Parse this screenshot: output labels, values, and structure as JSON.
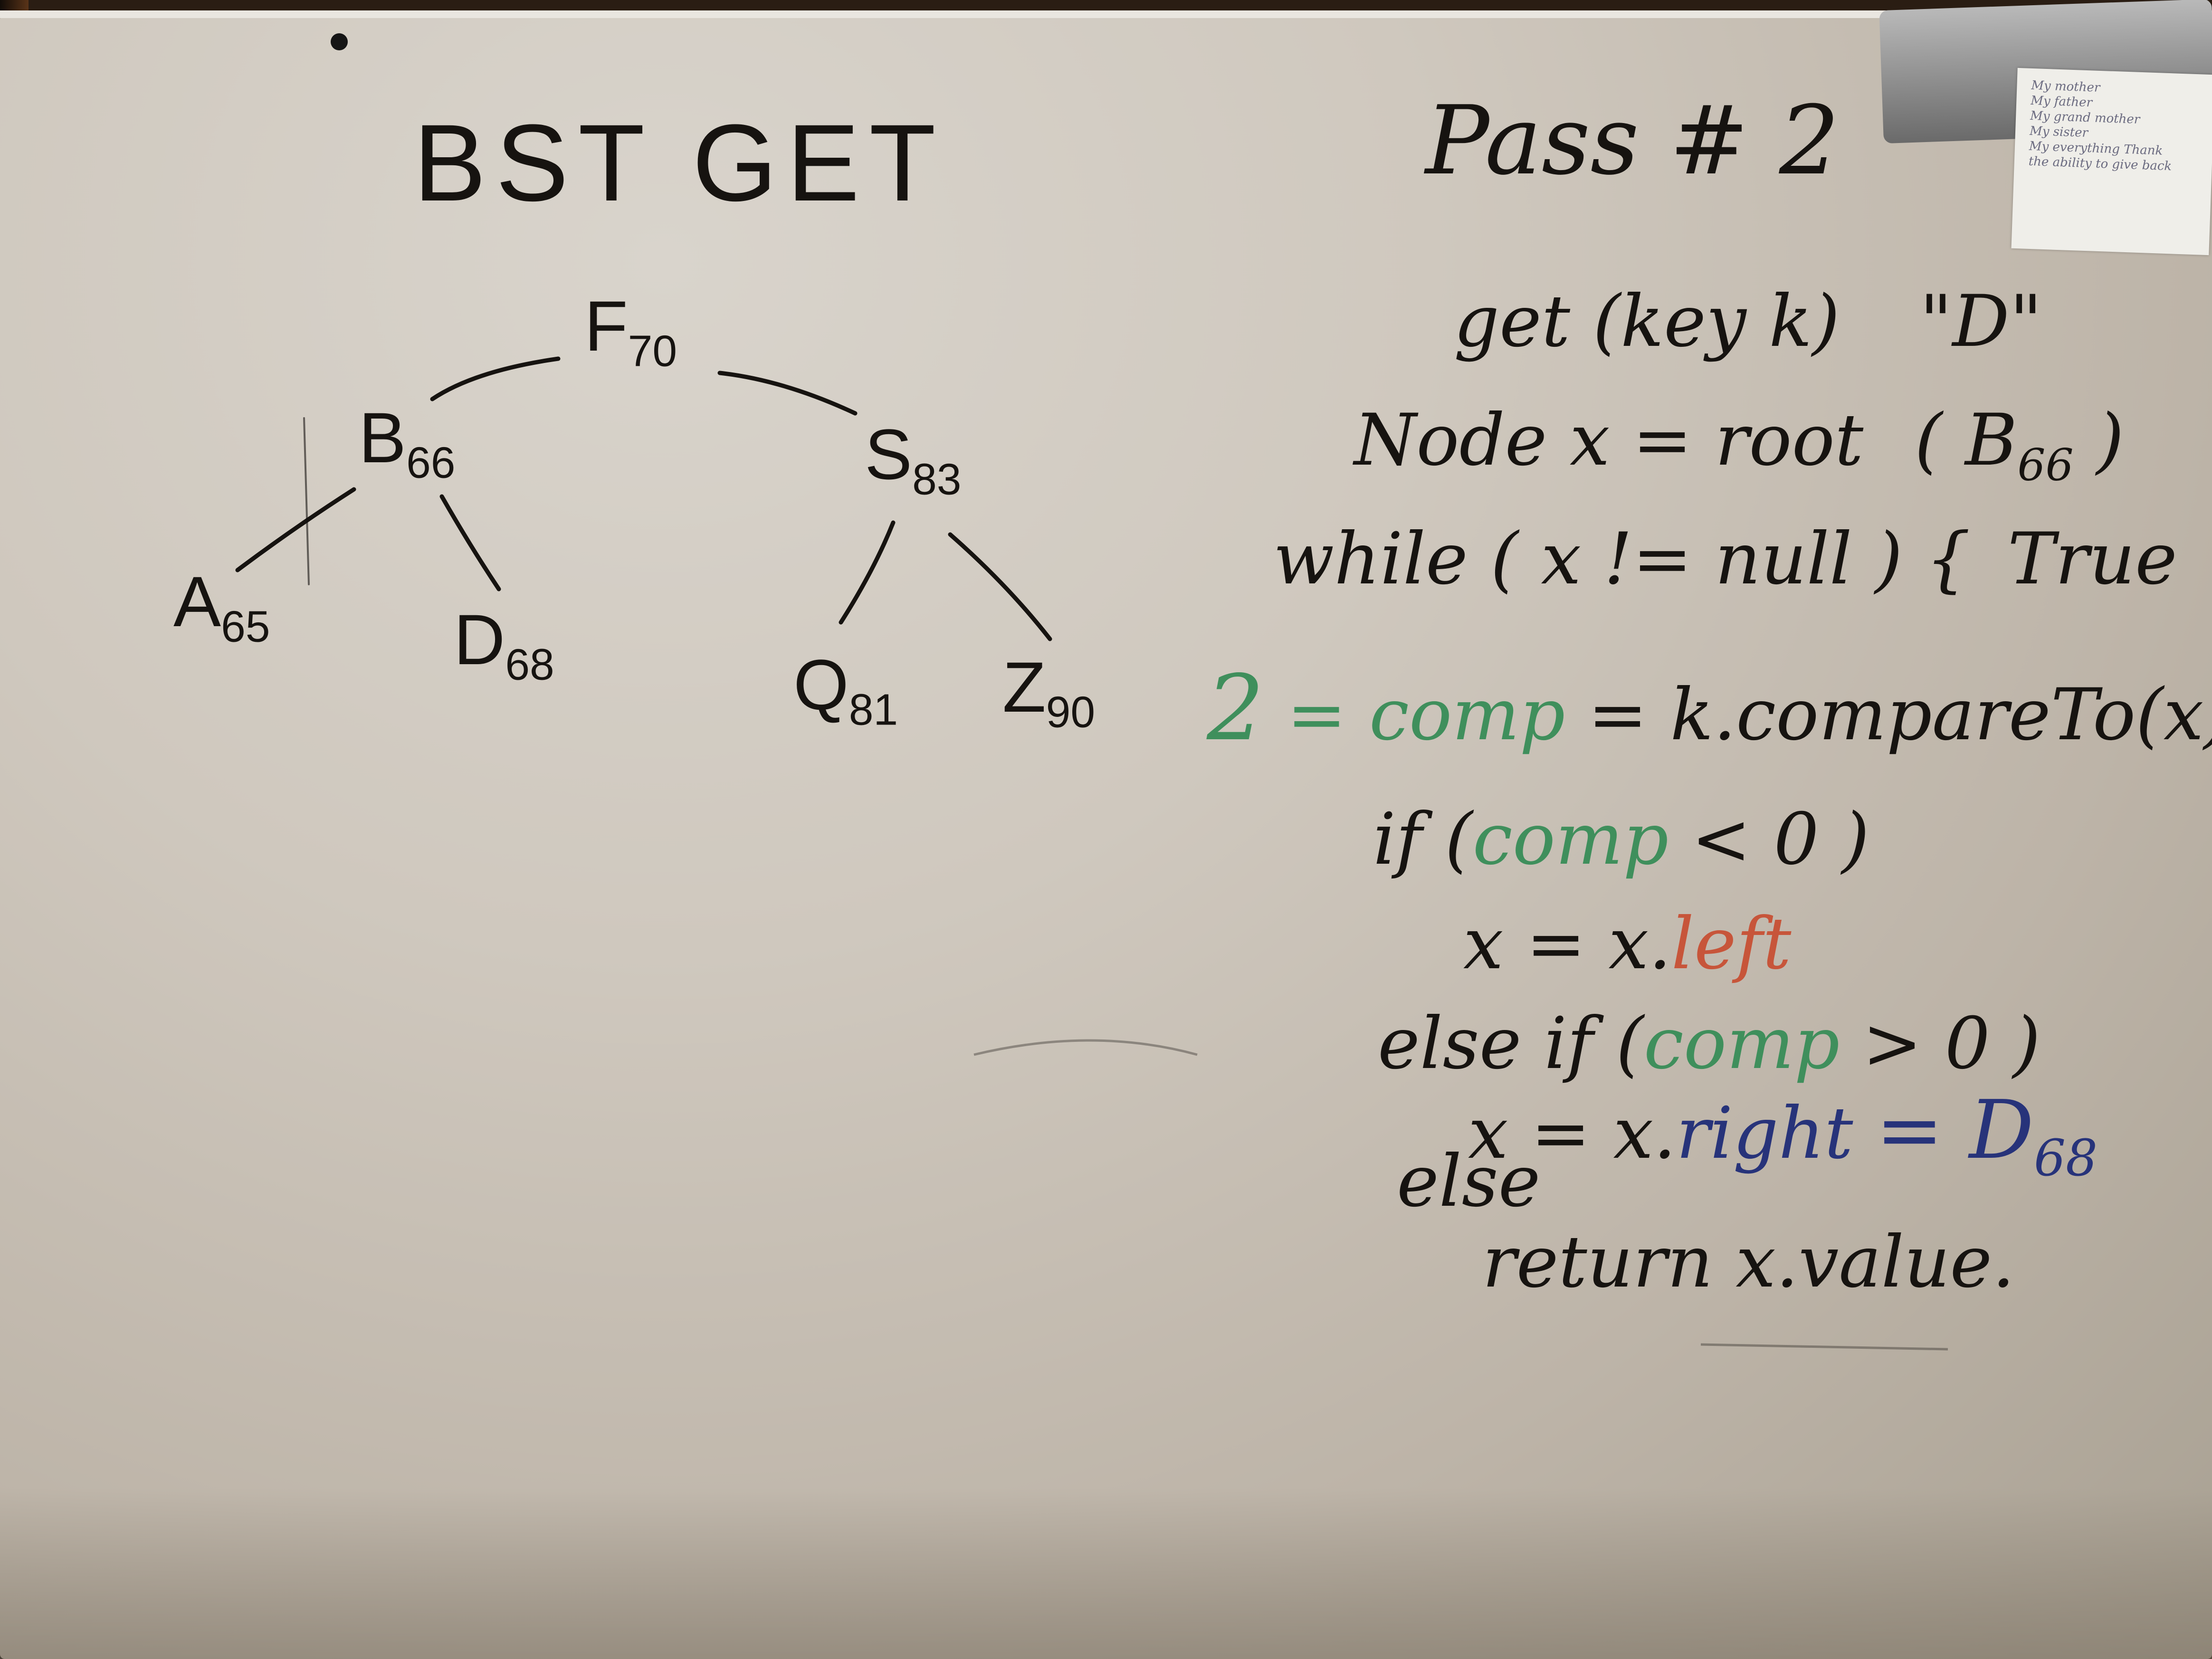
{
  "whiteboard": {
    "title": "BST GET",
    "pass_label": "Pass # 2",
    "tree": {
      "nodes": [
        {
          "key": "F",
          "value": "70"
        },
        {
          "key": "B",
          "value": "66"
        },
        {
          "key": "S",
          "value": "83"
        },
        {
          "key": "A",
          "value": "65"
        },
        {
          "key": "D",
          "value": "68"
        },
        {
          "key": "Q",
          "value": "81"
        },
        {
          "key": "Z",
          "value": "90"
        }
      ]
    },
    "code": {
      "signature": "get (key k)",
      "search_key": "\"D\"",
      "node_decl": "Node x = root",
      "node_decl_annot_key": "B",
      "node_decl_annot_value": "66",
      "while_line": "while ( x != null ) {",
      "while_annot": "True",
      "comp_result": "2",
      "comp_assign_eq": "=",
      "comp_var": "comp",
      "comp_rhs": "= k.compareTo(x)",
      "if_open": "if (",
      "if_comp": "comp",
      "if_tail": "< 0 )",
      "left_assign": "x = x.",
      "left_field": "left",
      "elseif_open": "else if (",
      "elseif_comp": "comp",
      "elseif_tail": "> 0 )",
      "right_assign": "x = x.",
      "right_field": "right",
      "right_result": "= D",
      "right_result_sub": "68",
      "else_line": "else",
      "return_line": "return x.value."
    }
  },
  "note_card": {
    "lines": [
      "My mother",
      "My father",
      "My grand mother",
      "My sister",
      "My everything Thank",
      "the ability to give back"
    ]
  },
  "colors": {
    "ink_black": "#161310",
    "ink_green": "#3f8f5c",
    "ink_red": "#c7553a",
    "ink_blue": "#27337a",
    "board": "#cfc8be"
  }
}
